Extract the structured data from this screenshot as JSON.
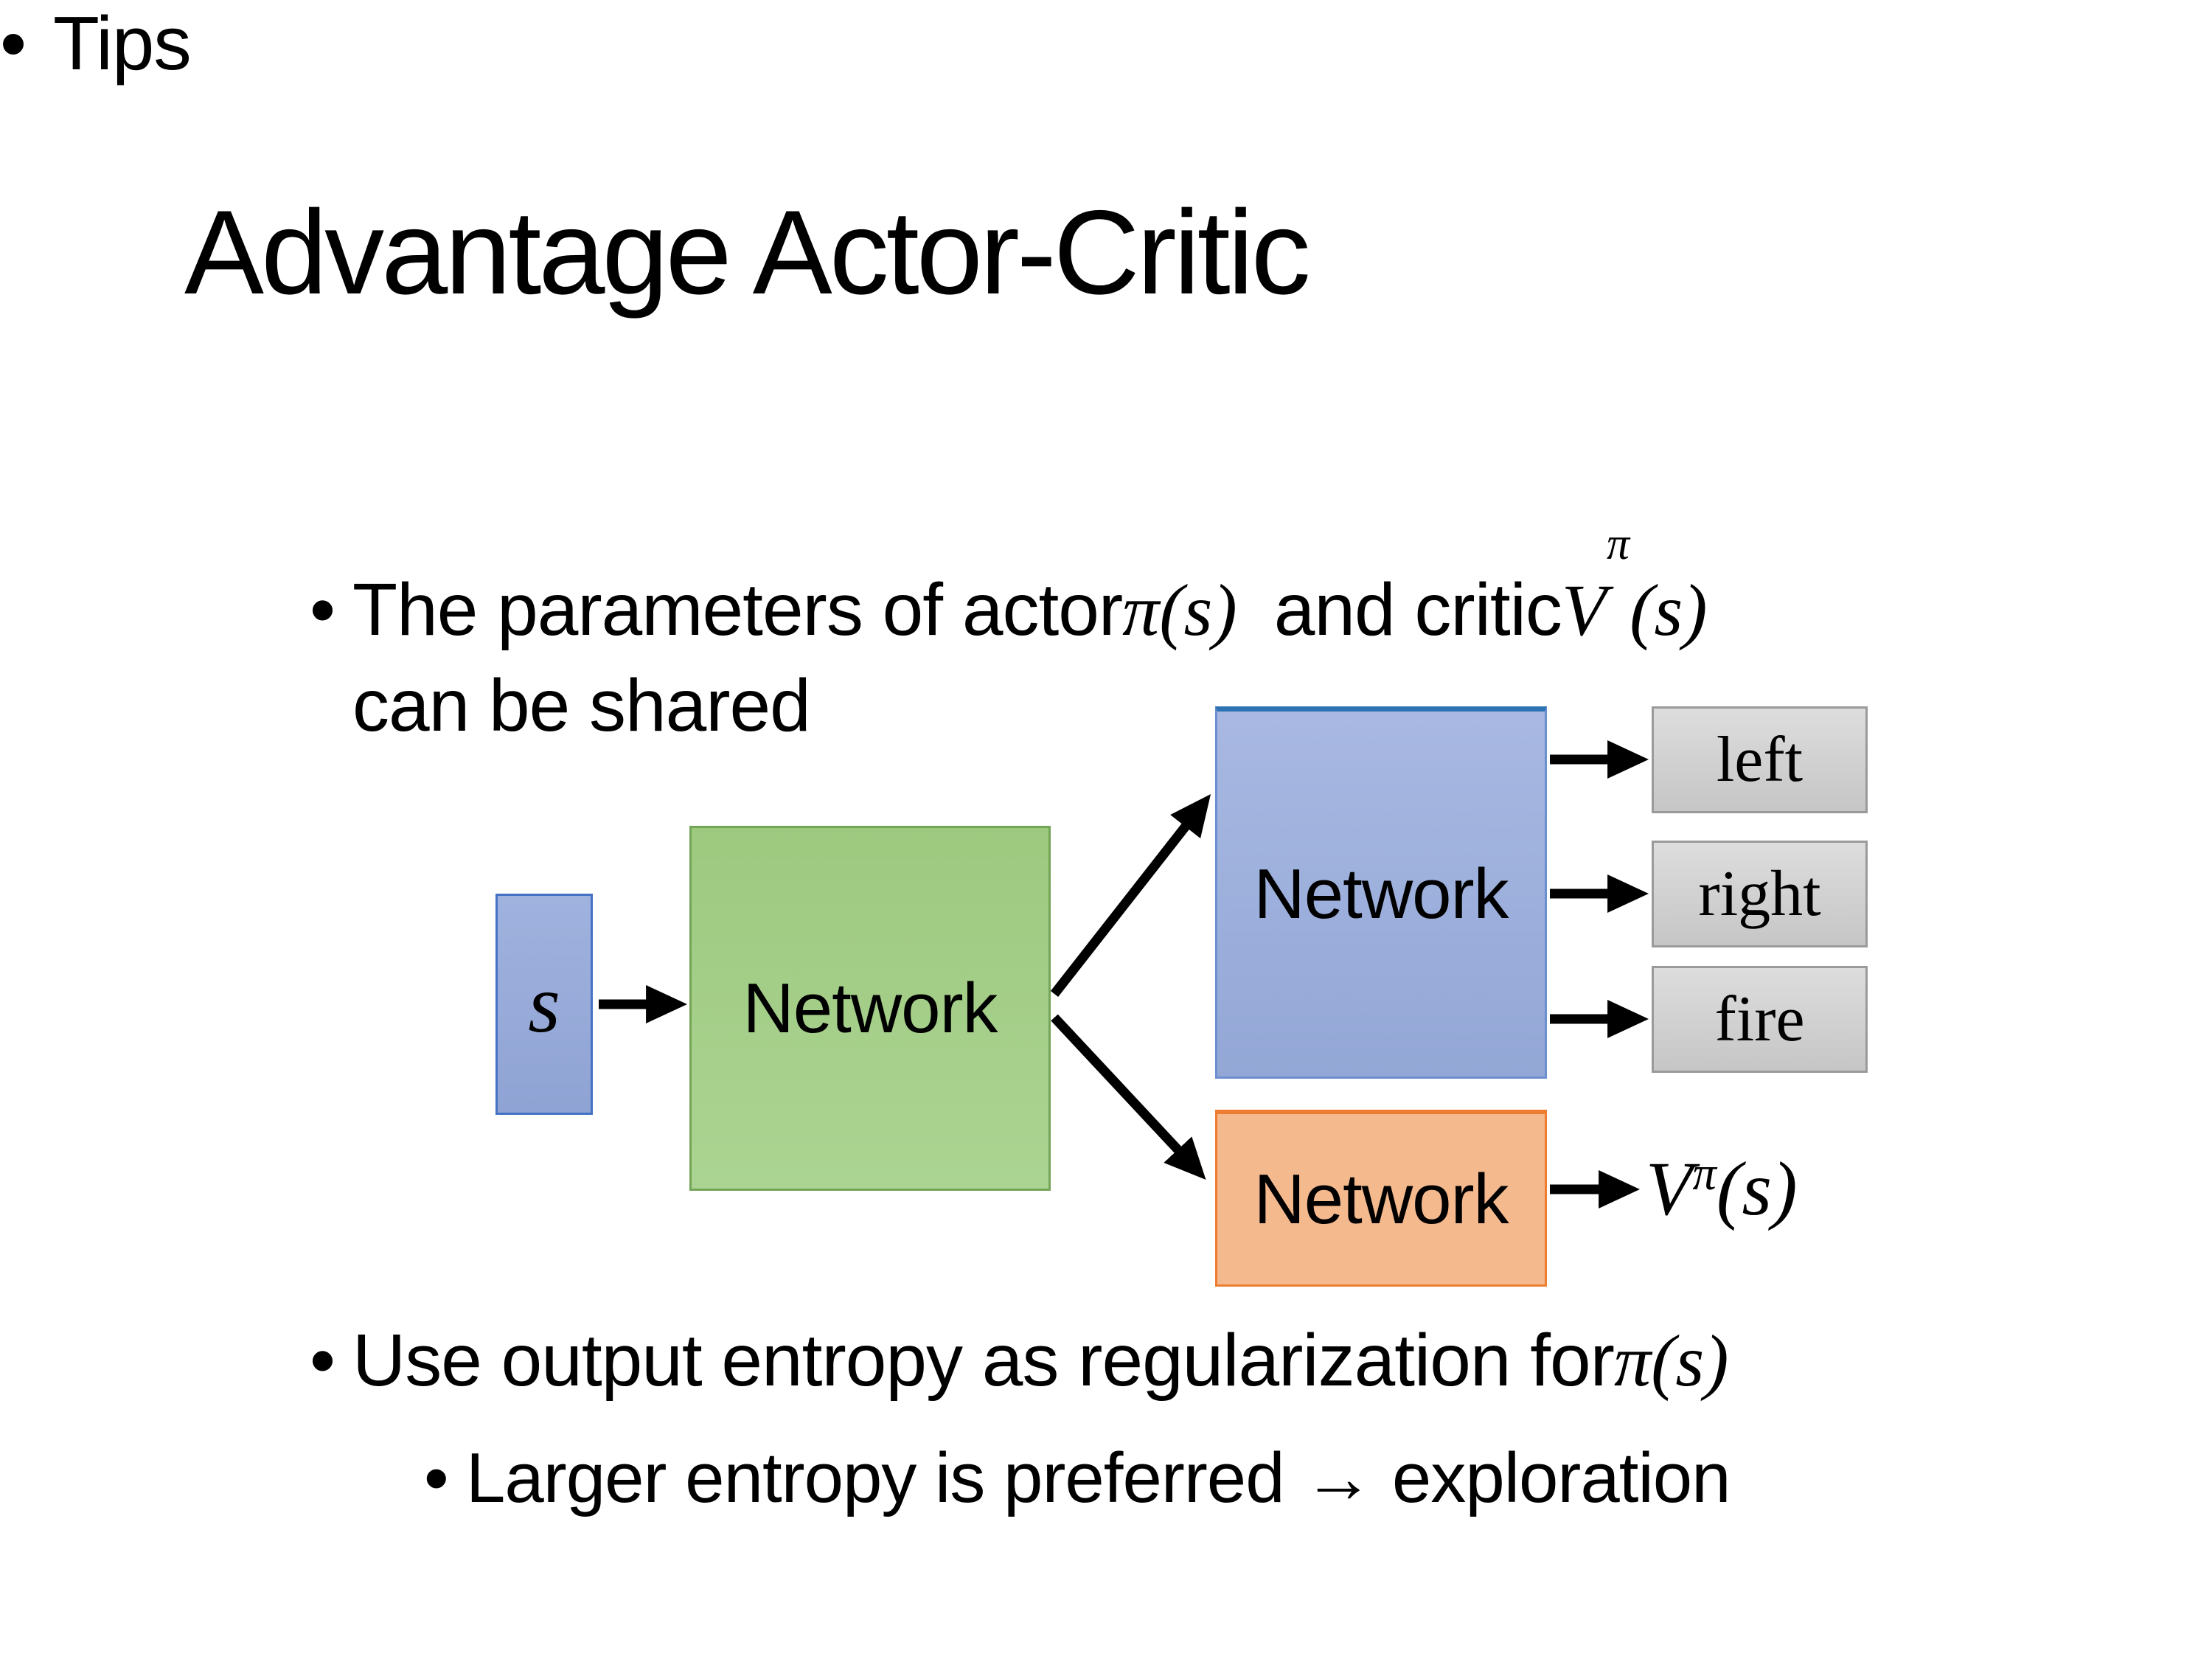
{
  "colors": {
    "background": "#FFFFFF",
    "text": "#000000",
    "arrow": "#000000",
    "state_fill_top": "#A0B2DE",
    "state_fill_bottom": "#8FA3D4",
    "state_border": "#4472C4",
    "shared_fill_top": "#9DC97F",
    "shared_fill_bottom": "#ABD492",
    "shared_border": "#74A457",
    "actor_fill_top": "#A8B8E2",
    "actor_fill_bottom": "#93A7D6",
    "actor_border": "#6C8FD0",
    "actor_border_top": "#2E74B5",
    "critic_fill": "#F5B98E",
    "critic_border": "#ED7D31",
    "action_fill_top": "#DDDDDD",
    "action_fill_bottom": "#C6C6C6",
    "action_border": "#9A9A9A"
  },
  "title": "Advantage Actor-Critic",
  "bullet_char": "•",
  "bullets": {
    "tips": "Tips",
    "params_pre": "The parameters of actor ",
    "params_actor_math": "π(s)",
    "params_mid": " and critic ",
    "params_critic_base": "V",
    "params_critic_sup": "π",
    "params_critic_args": "(s)",
    "params_line2": "can be shared",
    "entropy_pre": "Use output entropy as regularization for ",
    "entropy_math": "π(s)",
    "exploration": "Larger entropy is preferred → exploration"
  },
  "diagram": {
    "state_label": "s",
    "shared_network_label": "Network",
    "actor_network_label": "Network",
    "critic_network_label": "Network",
    "action_outputs": [
      "left",
      "right",
      "fire"
    ],
    "value_base": "V",
    "value_sup": "π",
    "value_args": "(s)"
  }
}
